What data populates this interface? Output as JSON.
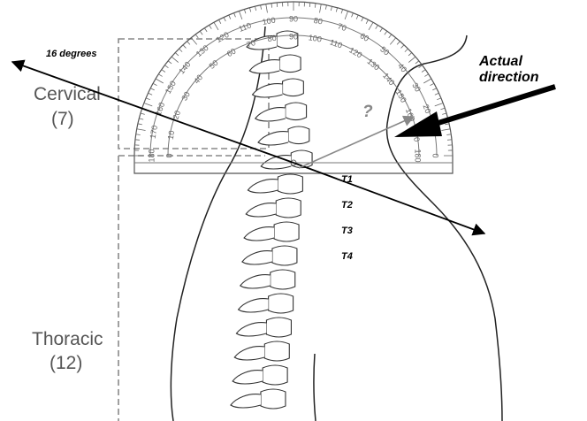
{
  "regions": {
    "cervical_name": "Cervical",
    "cervical_count": "(7)",
    "thoracic_name": "Thoracic",
    "thoracic_count": "(12)"
  },
  "vertebrae": {
    "t1": "T1",
    "t2": "T2",
    "t3": "T3",
    "t4": "T4"
  },
  "annotations": {
    "angle": "16 degrees",
    "actual_line1": "Actual",
    "actual_line2": "direction",
    "question": "?"
  },
  "protractor": {
    "outer_scale": [
      "180",
      "170",
      "160",
      "150",
      "140",
      "130",
      "120",
      "110",
      "100",
      "90",
      "80",
      "70",
      "60",
      "50",
      "40",
      "30",
      "20",
      "10",
      "0"
    ],
    "inner_scale": [
      "0",
      "10",
      "20",
      "30",
      "40",
      "50",
      "60",
      "70",
      "80",
      "90",
      "100",
      "110",
      "120",
      "130",
      "140",
      "150",
      "160",
      "170",
      "180"
    ]
  },
  "colors": {
    "line": "#000000",
    "dashed_box": "#888888",
    "gray_arrow": "#888888",
    "region_text": "#555555"
  }
}
